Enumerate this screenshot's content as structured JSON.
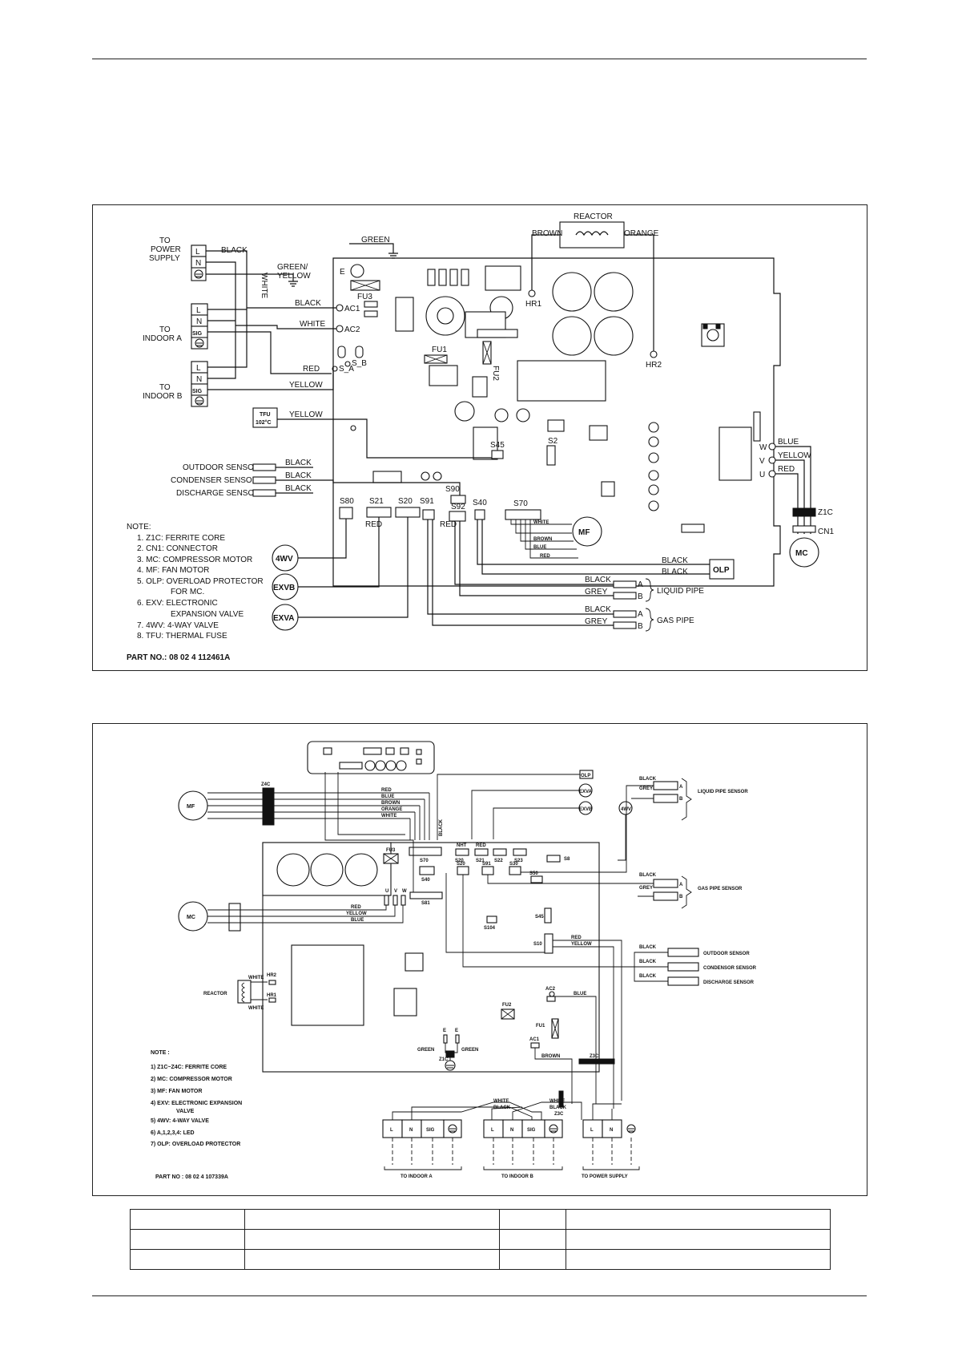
{
  "diagram1": {
    "reactor": "REACTOR",
    "wire_brown": "BROWN",
    "wire_orange": "ORANGE",
    "green": "GREEN",
    "green_yellow_1": "GREEN/",
    "green_yellow_2": "YELLOW",
    "black": "BLACK",
    "white": "WHITE",
    "red": "RED",
    "yellow": "YELLOW",
    "blue": "BLUE",
    "grey": "GREY",
    "power_1": "TO",
    "power_2": "POWER",
    "power_3": "SUPPLY",
    "indoor_a_1": "TO",
    "indoor_a_2": "INDOOR A",
    "indoor_b_1": "TO",
    "indoor_b_2": "INDOOR B",
    "term_l": "L",
    "term_n": "N",
    "term_sig": "SIG",
    "tfu_1": "TFU",
    "tfu_2": "102°C",
    "outdoor_sensor": "OUTDOOR SENSOR",
    "condenser_sensor": "CONDENSER SENSOR",
    "discharge_sensor": "DISCHARGE SENSOR",
    "ac1": "AC1",
    "ac2": "AC2",
    "s_a": "S_A",
    "s_b": "S_B",
    "fu1": "FU1",
    "fu2": "FU2",
    "fu3": "FU3",
    "hr1": "HR1",
    "hr2": "HR2",
    "s45": "S45",
    "s2": "S2",
    "s90": "S90",
    "s92": "S92",
    "s80": "S80",
    "s21": "S21",
    "s20": "S20",
    "s91": "S91",
    "s40": "S40",
    "s70": "S70",
    "w": "W",
    "v": "V",
    "u": "U",
    "z1c": "Z1C",
    "cn1": "CN1",
    "mc": "MC",
    "mf": "MF",
    "olp": "OLP",
    "four_wv": "4WV",
    "exvb": "EXVB",
    "exva": "EXVA",
    "pin_a": "A",
    "pin_b": "B",
    "liquid_pipe": "LIQUID PIPE",
    "gas_pipe": "GAS PIPE",
    "notes": [
      "NOTE:",
      "1. Z1C: FERRITE CORE",
      "2. CN1: CONNECTOR",
      "3. MC: COMPRESSOR MOTOR",
      "4. MF: FAN MOTOR",
      "5. OLP: OVERLOAD PROTECTOR",
      "FOR MC.",
      "6. EXV: ELECTRONIC",
      "EXPANSION VALVE",
      "7. 4WV: 4-WAY VALVE",
      "8. TFU: THERMAL FUSE"
    ],
    "part_no": "PART NO.: 08 02 4 112461A"
  },
  "diagram2": {
    "z4c": "Z4C",
    "mf": "MF",
    "mc": "MC",
    "reactor": "REACTOR",
    "red": "RED",
    "blue": "BLUE",
    "brown": "BROWN",
    "orange": "ORANGE",
    "white": "WHITE",
    "yellow": "YELLOW",
    "black": "BLACK",
    "grey": "GREY",
    "green": "GREEN",
    "olp": "OLP",
    "exva": "EXVA",
    "exvb": "EXVB",
    "four_wv": "4WV",
    "liquid_pipe_sensor": "LIQUID PIPE SENSOR",
    "gas_pipe_sensor": "GAS PIPE SENSOR",
    "outdoor_sensor": "OUTDOOR SENSOR",
    "condenser_sensor": "CONDENSOR SENSOR",
    "discharge_sensor": "DISCHARGE SENSOR",
    "fu1": "FU1",
    "fu2": "FU2",
    "fu3": "FU3",
    "ac1": "AC1",
    "ac2": "AC2",
    "s70": "S70",
    "s40": "S40",
    "s81": "S81",
    "s20": "S20",
    "s21": "S21",
    "s22": "S22",
    "s23": "S23",
    "s30": "S30",
    "s10": "S10",
    "s45": "S45",
    "s104": "S104",
    "s8": "S8",
    "s50": "S50",
    "hr1": "HR1",
    "hr2": "HR2",
    "z1c": "Z1C",
    "z3c": "Z3C",
    "u": "U",
    "v": "V",
    "w": "W",
    "term_l": "L",
    "term_n": "N",
    "term_sig": "SIG",
    "pin_a": "A",
    "pin_b": "B",
    "to_indoor_a": "TO INDOOR A",
    "to_indoor_b": "TO INDOOR B",
    "to_power": "TO POWER SUPPLY",
    "notes": [
      "NOTE :",
      "1) Z1C~Z4C: FERRITE CORE",
      "2) MC: COMPRESSOR MOTOR",
      "3) MF: FAN MOTOR",
      "4) EXV: ELECTRONIC EXPANSION",
      "VALVE",
      "5) 4WV: 4-WAY VALVE",
      "6) A,1,2,3,4: LED",
      "7) OLP: OVERLOAD PROTECTOR"
    ],
    "part_no": "PART NO : 08 02 4 107339A"
  }
}
